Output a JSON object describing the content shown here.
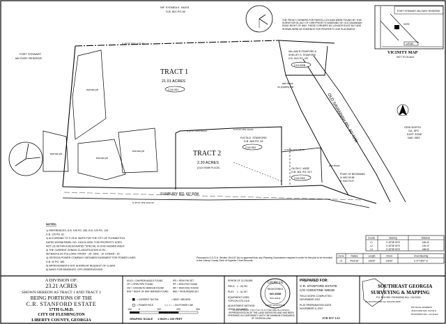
{
  "adjoiners": {
    "north_owner": "N/F SYDNEA K. NILES",
    "north_deed": "D.B. 801 PG.92",
    "west_owner": "FORT STEWART",
    "west_owner2": "MILITARY RESERVE",
    "ne_owner": "WILLIAM R STANFORD &",
    "ne_owner2": "SHELLEY G. STANFORD",
    "ne_deed": "D.B. 1541 PG. 497",
    "ne_parcel": "C19-002B",
    "fleta_owner": "FLETA D. STANFORD",
    "fleta_deed": "D.B. 845 PG. 64",
    "fleta_parcel": "C19-002",
    "olita_owner": "OLITA C. WISE",
    "olita_deed": "D.B. 801 PG. 517",
    "olita_parcel": "C19-003"
  },
  "corner_note": "THE FRONT CORNERS FOR PARCEL C19-001B WERE FOUND BY THIS SURVEYOR IN JULY OF 1999 PRIOR TO WIDENING OF OLD SAVANNAH ROAD RIGHT OF WAY. THESE CORNERS NO LONGER EXIST BUT ARE SHOWN HERE AS EVIDENCE FOR PROPERTY LINE PLACEMENT.",
  "tract1": {
    "label": "TRACT 1",
    "area": "21.01 ACRES",
    "parcel": "C19-001"
  },
  "tract2": {
    "label": "TRACT 2",
    "area": "2.20 ACRES",
    "note": "(OLD HOME PLACE)",
    "parcel": "C19-002"
  },
  "features": {
    "borrow_pit": "borrow pit",
    "wire_fence": "wire fence",
    "wire_fence_line": "on property line",
    "pob": "POINT OF BEGINNING",
    "pob_n": "N: 680749.88",
    "pob_e": "E: 940779.37"
  },
  "roads": {
    "sunbury": "SUNBURY RD. 60' R/W",
    "old_savannah": "OLD SAVANNAH RD. 60' R/W"
  },
  "bearings": {
    "north_line": "S 45°03' 53\"E 1077.80'",
    "tract2_n1": "N 26°57' 03\"E 200.04'",
    "tract2_n2": "N 67°26' 28\"E 190.81'",
    "east_line": "N 57°46' 06\"E 405.00'",
    "sunbury_1": "N 46°24' 18\"E 1044.39'"
  },
  "vicinity": {
    "title": "VICINITY MAP",
    "scale": "NOT TO SCALE",
    "label_top": "FORT STEWART MILITARY RESERVE",
    "label_site": "SITE",
    "label_hwy": "US 84"
  },
  "grid": {
    "l1": "GRID NORTH",
    "l2": "GA. SPC",
    "l3": "EAST ZONE",
    "l4": "NAD 1983"
  },
  "notes": {
    "heading": "NOTES:",
    "items": [
      "1) REFERENCES: D.B. 105 PG. 338, D.B. 129 PG. 129",
      "   D.B. 129 PG. 81",
      "2) ACCORDING TO F.I.R.M. MAPS FOR THE CITY OF FLEMINGTON,",
      "   DATED 8/20/88 PANEL NO. 130124-0005, THIS PROPERTY DOES",
      "   NOT LIE WITHIN A DESIGNATED \"SPECIAL FLOOD HAZARD AREA\".",
      "3) THE CURRENT ZONING CLASSIFICATION IS R2,",
      "   SETBACKS AS FOLLOWS: FRONT - 25', SIDE - 10' & REAR - 15'.",
      "4) GEORGIA POWER COMPANY OBTAINED EASEMENT FOR POWER LINES.",
      "   D.B. 20 PG. 160.",
      "5) IMPROVEMENTS NOT SHOWN AT REQUEST OF CLIENT.",
      "6) BASIS FOR BEARINGS: GPS OBSERVATIONS"
    ]
  },
  "line_table": {
    "headers": [
      "Course",
      "Bearing",
      "Distance"
    ],
    "rows": [
      [
        "L1",
        "S 45°38' 53\"E",
        "185.04'"
      ],
      [
        "L2",
        "S 45°38' 53\"E",
        "105.19'"
      ],
      [
        "L3",
        "S 45°38' 53\"E",
        "185.04'"
      ]
    ]
  },
  "curve_table": {
    "headers": [
      "Curve",
      "Radius",
      "Length",
      "Chord",
      "Chord Bearing"
    ],
    "rows": [
      [
        "C1",
        "4929.38'",
        "128.50'",
        "128.50'",
        "S 47°18'57\" E"
      ]
    ]
  },
  "recording_note": "Pursuant to O.C.G.A. Section 15-6-67 (b) no approval from any Planning Commission required in order for this plat to be recorded in the Liberty County Clerk of Superior Court Records.",
  "title_block": {
    "l1": "A DIVISION OF:",
    "l2": "23.21 ACRES",
    "l3": "SHOWN HEREON AS TRACT 1 AND TRACT 2",
    "l4": "BEING PORTIONS OF THE",
    "l5": "C.R. STANFORD ESTATE",
    "l6": "17TH G.M.D.",
    "l7": "CITY OF FLEMINGTON",
    "l8": "LIBERTY COUNTY, GEORGIA"
  },
  "legend": {
    "items": [
      "AOLS = OAK/IRON ANGLE FOUND",
      "OP = OPEN PIPE FOUND",
      "CM = CONCRETE MARKER FOUND",
      "R/W = RIGHT OF WAY MARKER FOUND",
      "IPS = IRON PIN SET",
      "IPF = IRON PIN FOUND",
      "IRF = IRON ROD FOUND",
      "RBS = IRON REBAR SET"
    ],
    "tax_pin": "= CURRENT TAX PIN",
    "bent": "= BENT / BROKEN",
    "power_pole": "= POWER POLE",
    "power_line": "= O/H POWER LINE"
  },
  "scale_bar": {
    "ticks": [
      "100",
      "0",
      "100",
      "200",
      "300"
    ],
    "label": "GRAPHIC SCALE",
    "ratio": "1 INCH = 100 FEET"
  },
  "closure": {
    "l1": "ERROR OF CLOSURE:",
    "l2": "1 : 26,792",
    "l3": "FIELD:",
    "l4": "1 : 41,197",
    "l5": "PLAT:",
    "l6": "EQUIPMENT USED:",
    "l7": "TOPCON GTS 211D",
    "l8": "ADJUSTMENT METHOD:",
    "l9": "LEAST SQUARES"
  },
  "seal": {
    "top": "GEORGIA",
    "mid": "REGISTERED",
    "num": "NO.2538",
    "name": "WILLIAM E.",
    "bottom": "LAND SURVEYOR"
  },
  "certification": "IN MY OPINION THIS PLAT IS A TRUE AND ACCURATE REPRESENTATION OF THE LAND SURVEYED AND HAS BEEN PREPARED IN CONFORMITY WITH THE MINIMUM STANDARDS OF GEORGIA LAW.",
  "prepared_for": {
    "heading": "PREPARED FOR:",
    "l1": "C.R. STANFORD ESTATE",
    "l2": "C/O CHRISTINE WIESE",
    "l3": "FIELD WORK COMPLETED :",
    "l4": "NOVEMBER 2007",
    "l5": "PLAT PREPARATION DATE:",
    "l6": "NOVEMBER 5, 2007",
    "job": "JOB 807-142"
  },
  "firm": {
    "name1": "SOUTHEAST GEORGIA",
    "name2": "SURVEYING & MAPPING",
    "addr": "P.O. BOX 990 / RICHMOND HILL, GA 31324",
    "phone": "Ph (912)756-4656  Fax (912)756-4658",
    "addr2": "PHYSICAL ADDRESS",
    "addr3": "3146 FORD AVE, SUITE D",
    "addr4": "RICHMOND HILL, GA 31324"
  }
}
